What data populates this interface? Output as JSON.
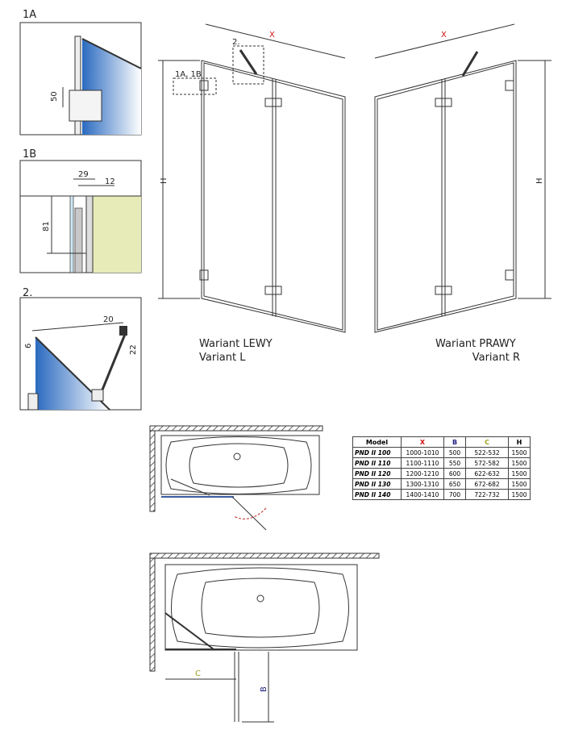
{
  "details": {
    "d1a": {
      "label": "1A",
      "dim": "50"
    },
    "d1b": {
      "label": "1B",
      "dim_a": "29",
      "dim_b": "12",
      "dim_c": "81"
    },
    "d2": {
      "label": "2.",
      "dim_a": "20",
      "dim_b": "6",
      "dim_c": "22"
    }
  },
  "left_view": {
    "x_label": "X",
    "h_label": "H",
    "callout_2": "2.",
    "callout_1": "1A, 1B",
    "caption_pl": "Wariant LEWY",
    "caption_en": "Variant L"
  },
  "right_view": {
    "x_label": "X",
    "h_label": "H",
    "caption_pl": "Wariant PRAWY",
    "caption_en": "Variant R"
  },
  "plan": {
    "c_label": "C",
    "b_label": "B"
  },
  "colors": {
    "x": "#d01010",
    "b": "#202080",
    "c": "#a0a020",
    "glass": "#3a78c8",
    "wall_fill": "#e6ebb8"
  },
  "table": {
    "headers": [
      "Model",
      "X",
      "B",
      "C",
      "H"
    ],
    "rows": [
      [
        "PND II 100",
        "1000-1010",
        "500",
        "522-532",
        "1500"
      ],
      [
        "PND II 110",
        "1100-1110",
        "550",
        "572-582",
        "1500"
      ],
      [
        "PND II 120",
        "1200-1210",
        "600",
        "622-632",
        "1500"
      ],
      [
        "PND II 130",
        "1300-1310",
        "650",
        "672-682",
        "1500"
      ],
      [
        "PND II 140",
        "1400-1410",
        "700",
        "722-732",
        "1500"
      ]
    ]
  }
}
